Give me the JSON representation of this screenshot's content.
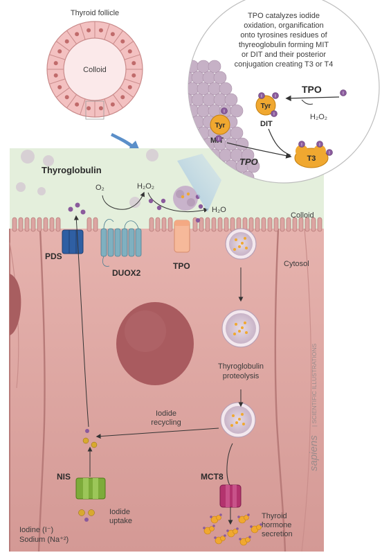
{
  "follicle": {
    "title": "Thyroid follicle",
    "colloid": "Colloid"
  },
  "callout": {
    "lines": [
      "TPO catalyzes iodide",
      "oxidation, organification",
      "onto tyrosines residues of",
      "thyreoglobulin forming MIT",
      "or DIT and their posterior",
      "conjugation creating T3 or T4"
    ],
    "tpo": "TPO",
    "tpo_arrow": "TPO",
    "h2o2": "H₂O₂",
    "tyr": "Tyr",
    "mit": "MIT",
    "dit": "DIT",
    "t3": "T3",
    "i": "I"
  },
  "cell": {
    "thyroglobulin": "Thyroglobulin",
    "o2": "O₂",
    "h2o2": "H₂O₂",
    "h2o": "H₂O",
    "colloid": "Colloid",
    "cytosol": "Cytosol",
    "pds": "PDS",
    "duox2": "DUOX2",
    "tpo": "TPO",
    "proteolysis_1": "Thyroglobulin",
    "proteolysis_2": "proteolysis",
    "recycling_1": "Iodide",
    "recycling_2": "recycling",
    "nis": "NIS",
    "mct8": "MCT8",
    "uptake_1": "Iodide",
    "uptake_2": "uptake",
    "iodine": "Iodine (I⁻)",
    "sodium": "Sodium (Na⁺²)",
    "secretion_1": "Thyroid",
    "secretion_2": "hormone",
    "secretion_3": "secretion",
    "na": "Na",
    "i": "I"
  },
  "watermark": {
    "brand": "sapiens",
    "sub": "| SCIENTIFIC ILLUSTRATIONS"
  },
  "colors": {
    "cell_fill": "#dba3a0",
    "colloid_fill": "#e4efdc",
    "follicle_fill": "#f2bcbc",
    "iodide_purple": "#8a5a9c",
    "tyr_orange": "#f0a830",
    "pds_blue": "#2f5fa3",
    "duox_teal": "#6ea3b5",
    "tpo_peach": "#f6b99a",
    "nis_green": "#7dab3a",
    "mct8_magenta": "#b3336e"
  }
}
